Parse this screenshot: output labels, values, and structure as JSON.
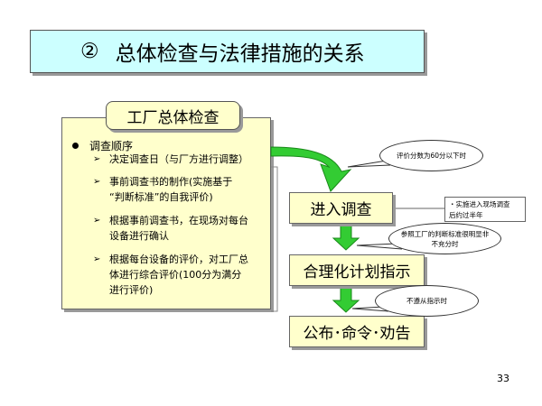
{
  "title": {
    "number": "②",
    "text": "总体检查与法律措施的关系"
  },
  "left_panel": {
    "label": "工厂总体检查",
    "heading": "调查顺序",
    "items": [
      "决定调查日（与厂方进行调整）",
      "事前调查书的制作(实施基于\n“判断标准”的自我评价)",
      "根据事前调查书，在现场对每台\n设备进行确认",
      "根据每台设备的评价，对工厂总\n体进行综合评价(100分为满分\n进行评价)"
    ]
  },
  "flow": {
    "enter": "进入调查",
    "reasonable": "合理化计划指示",
    "publish": "公布･命令･劝告"
  },
  "bubbles": {
    "score": "评价分数为60分以下时",
    "standard": "参照工厂的判断标准很明显非\n不充分时",
    "noncomply": "不遵从指示时"
  },
  "note": "・实施进入现场调查\n后约过半年",
  "page_number": "33",
  "colors": {
    "title_bg": "#ccffff",
    "box_bg": "#ffffcc",
    "arrow_green": "#33cc33"
  }
}
